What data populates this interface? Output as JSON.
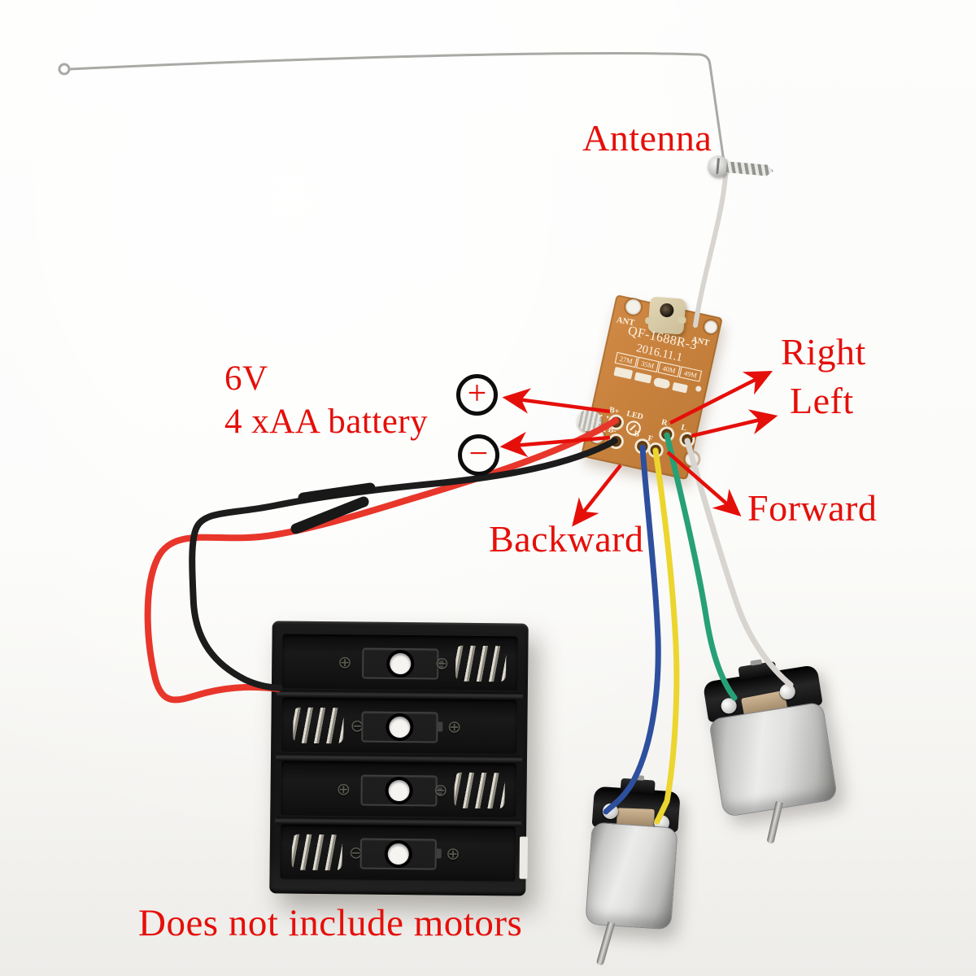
{
  "colors": {
    "accent": "#e50f0a",
    "background": "#fbfaf8",
    "pcb": "#c8823e",
    "silkscreen": "#fdf3e3",
    "wire_red": "#e8362b",
    "wire_black": "#1c1c1c",
    "wire_blue": "#2d4f9e",
    "wire_yellow": "#ecd52e",
    "wire_green": "#27a077",
    "wire_white": "#d8d5d0",
    "antenna_metal": "#a9a9a5"
  },
  "labels": {
    "antenna": "Antenna",
    "right": "Right",
    "left": "Left",
    "forward": "Forward",
    "backward": "Backward",
    "battery_voltage": "6V",
    "battery_type": "4 xAA battery",
    "plus": "+",
    "minus": "−",
    "footer": "Does not include motors"
  },
  "board": {
    "ant_left": "ANT",
    "ant_right": "ANT",
    "model": "QF-1688R-3",
    "date": "2016.11.1",
    "freq": [
      "27M",
      "35M",
      "40M",
      "49M"
    ],
    "pins": {
      "bplus": "B+",
      "led": "LED",
      "bminus": "B-",
      "b": "B",
      "f": "F",
      "r": "R",
      "l": "L"
    }
  },
  "battery_box": {
    "plus_mark": "⊕",
    "minus_mark": "⊖"
  }
}
